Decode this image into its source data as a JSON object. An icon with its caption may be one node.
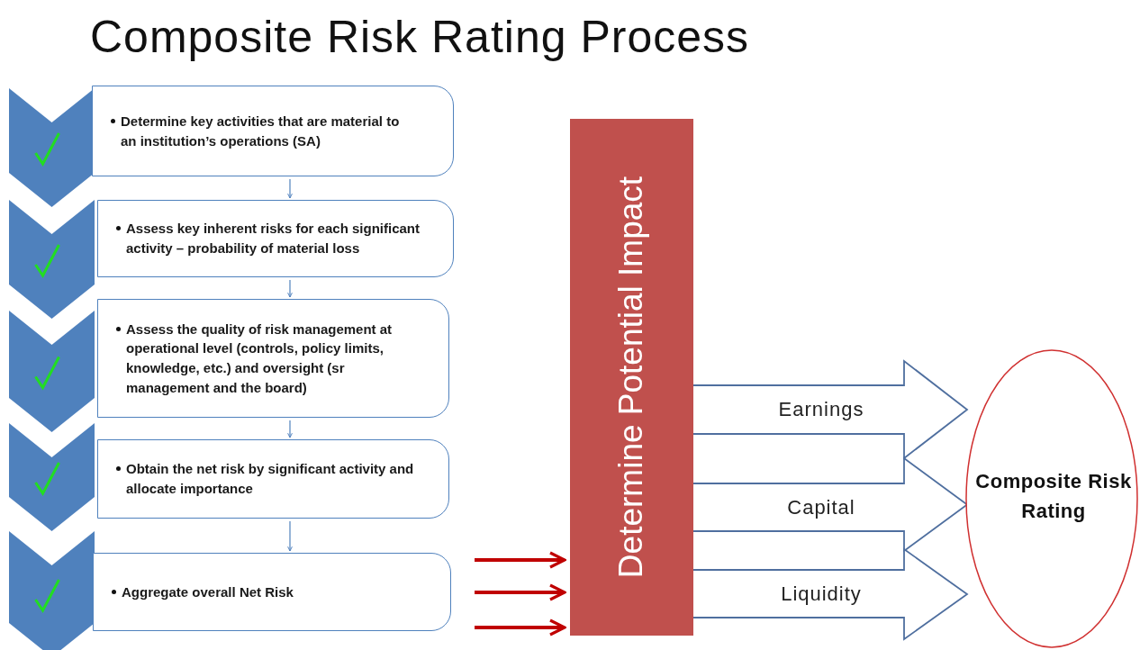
{
  "diagram": {
    "title": "Composite Risk Rating Process",
    "nodes": [
      {
        "text": [
          "Determine key activities that are material to an institution’s operations (SA)"
        ]
      },
      {
        "text": [
          "Assess key inherent risks for each significant activity – probability of material loss"
        ]
      },
      {
        "text": [
          "Assess the quality of risk management at operational level (controls, policy limits, knowledge, etc.) and oversight (sr management and the board)"
        ]
      },
      {
        "text": [
          "Obtain the net risk by significant activity and allocate importance"
        ]
      },
      {
        "text": [
          "Aggregate overall Net Risk"
        ]
      },
      {
        "text": [
          "Determine Potential Impact"
        ]
      },
      {
        "text": [
          "Composite Risk Rating"
        ]
      }
    ],
    "edges": [
      {
        "from": 0,
        "to": 1,
        "arrow": "to"
      },
      {
        "from": 1,
        "to": 2,
        "arrow": "to"
      },
      {
        "from": 2,
        "to": 3,
        "arrow": "to"
      },
      {
        "from": 3,
        "to": 4,
        "arrow": "to"
      },
      {
        "from": 4,
        "to": 5,
        "arrow": "to",
        "style": "thick",
        "color": "#c00000"
      },
      {
        "from": 4,
        "to": 5,
        "arrow": "to",
        "style": "thick",
        "color": "#c00000"
      },
      {
        "from": 4,
        "to": 5,
        "arrow": "to",
        "style": "thick",
        "color": "#c00000"
      },
      {
        "from": 5,
        "to": 6,
        "arrow": "to",
        "label": "Earnings",
        "style": "thick"
      },
      {
        "from": 5,
        "to": 6,
        "arrow": "to",
        "label": "Capital",
        "style": "thick"
      },
      {
        "from": 5,
        "to": 6,
        "arrow": "to",
        "label": "Liquidity",
        "style": "thick"
      }
    ]
  }
}
